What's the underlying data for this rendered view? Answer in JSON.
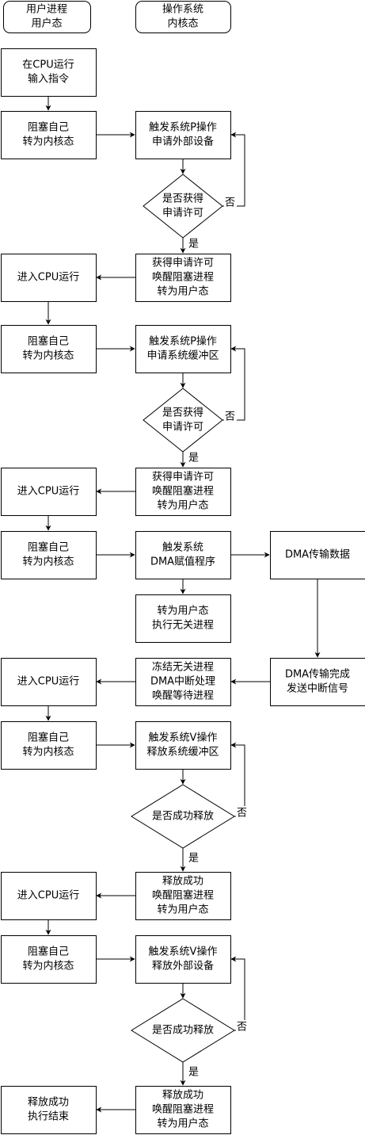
{
  "nodes": [
    {
      "id": "header-user",
      "lines": [
        "用户进程",
        "用户态"
      ]
    },
    {
      "id": "header-kernel",
      "lines": [
        "操作系统",
        "内核态"
      ]
    },
    {
      "id": "run-cpu-1",
      "lines": [
        "在CPU运行",
        "输入指令"
      ]
    },
    {
      "id": "block-1",
      "lines": [
        "阻塞自己",
        "转为内核态"
      ]
    },
    {
      "id": "p-op-1",
      "lines": [
        "触发系统P操作",
        "申请外部设备"
      ]
    },
    {
      "id": "decision-1",
      "lines": [
        "是否获得",
        "申请许可"
      ]
    },
    {
      "id": "grant-1",
      "lines": [
        "获得申请许可",
        "唤醒阻塞进程",
        "转为用户态"
      ]
    },
    {
      "id": "enter-cpu-1",
      "lines": [
        "进入CPU运行"
      ]
    },
    {
      "id": "block-2",
      "lines": [
        "阻塞自己",
        "转为内核态"
      ]
    },
    {
      "id": "p-op-2",
      "lines": [
        "触发系统P操作",
        "申请系统缓冲区"
      ]
    },
    {
      "id": "decision-2",
      "lines": [
        "是否获得",
        "申请许可"
      ]
    },
    {
      "id": "grant-2",
      "lines": [
        "获得申请许可",
        "唤醒阻塞进程",
        "转为用户态"
      ]
    },
    {
      "id": "enter-cpu-2",
      "lines": [
        "进入CPU运行"
      ]
    },
    {
      "id": "block-3",
      "lines": [
        "阻塞自己",
        "转为内核态"
      ]
    },
    {
      "id": "dma-trigger",
      "lines": [
        "触发系统",
        "DMA赋值程序"
      ]
    },
    {
      "id": "dma-transfer",
      "lines": [
        "DMA传输数据"
      ]
    },
    {
      "id": "user-unrelated",
      "lines": [
        "转为用户态",
        "执行无关进程"
      ]
    },
    {
      "id": "dma-done",
      "lines": [
        "DMA传输完成",
        "发送中断信号"
      ]
    },
    {
      "id": "interrupt-handle",
      "lines": [
        "冻结无关进程",
        "DMA中断处理",
        "唤醒等待进程"
      ]
    },
    {
      "id": "enter-cpu-3",
      "lines": [
        "进入CPU运行"
      ]
    },
    {
      "id": "block-4",
      "lines": [
        "阻塞自己",
        "转为内核态"
      ]
    },
    {
      "id": "v-op-1",
      "lines": [
        "触发系统V操作",
        "释放系统缓冲区"
      ]
    },
    {
      "id": "decision-3",
      "lines": [
        "是否成功释放"
      ]
    },
    {
      "id": "release-1",
      "lines": [
        "释放成功",
        "唤醒阻塞进程",
        "转为用户态"
      ]
    },
    {
      "id": "enter-cpu-4",
      "lines": [
        "进入CPU运行"
      ]
    },
    {
      "id": "block-5",
      "lines": [
        "阻塞自己",
        "转为内核态"
      ]
    },
    {
      "id": "v-op-2",
      "lines": [
        "触发系统V操作",
        "释放外部设备"
      ]
    },
    {
      "id": "decision-4",
      "lines": [
        "是否成功释放"
      ]
    },
    {
      "id": "release-2",
      "lines": [
        "释放成功",
        "唤醒阻塞进程",
        "转为用户态"
      ]
    },
    {
      "id": "end",
      "lines": [
        "释放成功",
        "执行结束"
      ]
    }
  ],
  "labels": {
    "yes": "是",
    "no": "否"
  }
}
